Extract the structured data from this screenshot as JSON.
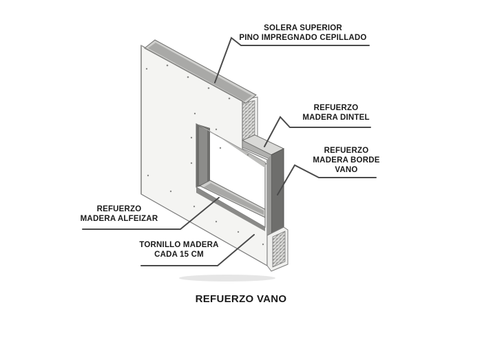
{
  "diagram": {
    "title": "REFUERZO VANO",
    "labels": {
      "solera": {
        "line1": "SOLERA SUPERIOR",
        "line2": "PINO IMPREGNADO CEPILLADO"
      },
      "dintel": {
        "line1": "REFUERZO",
        "line2": "MADERA DINTEL"
      },
      "borde": {
        "line1": "REFUERZO",
        "line2": "MADERA BORDE",
        "line3": "VANO"
      },
      "alfeizar": {
        "line1": "REFUERZO",
        "line2": "MADERA ALFEIZAR"
      },
      "tornillo": {
        "line1": "TORNILLO MADERA",
        "line2": "CADA 15 CM"
      }
    },
    "colors": {
      "board": "#f4f4f2",
      "edge": "#7a7a7a",
      "wood_light": "#cfcfcd",
      "wood_mid": "#a9a9a7",
      "wood_dark": "#6e6e6c",
      "leader": "#4a4a4a"
    }
  }
}
